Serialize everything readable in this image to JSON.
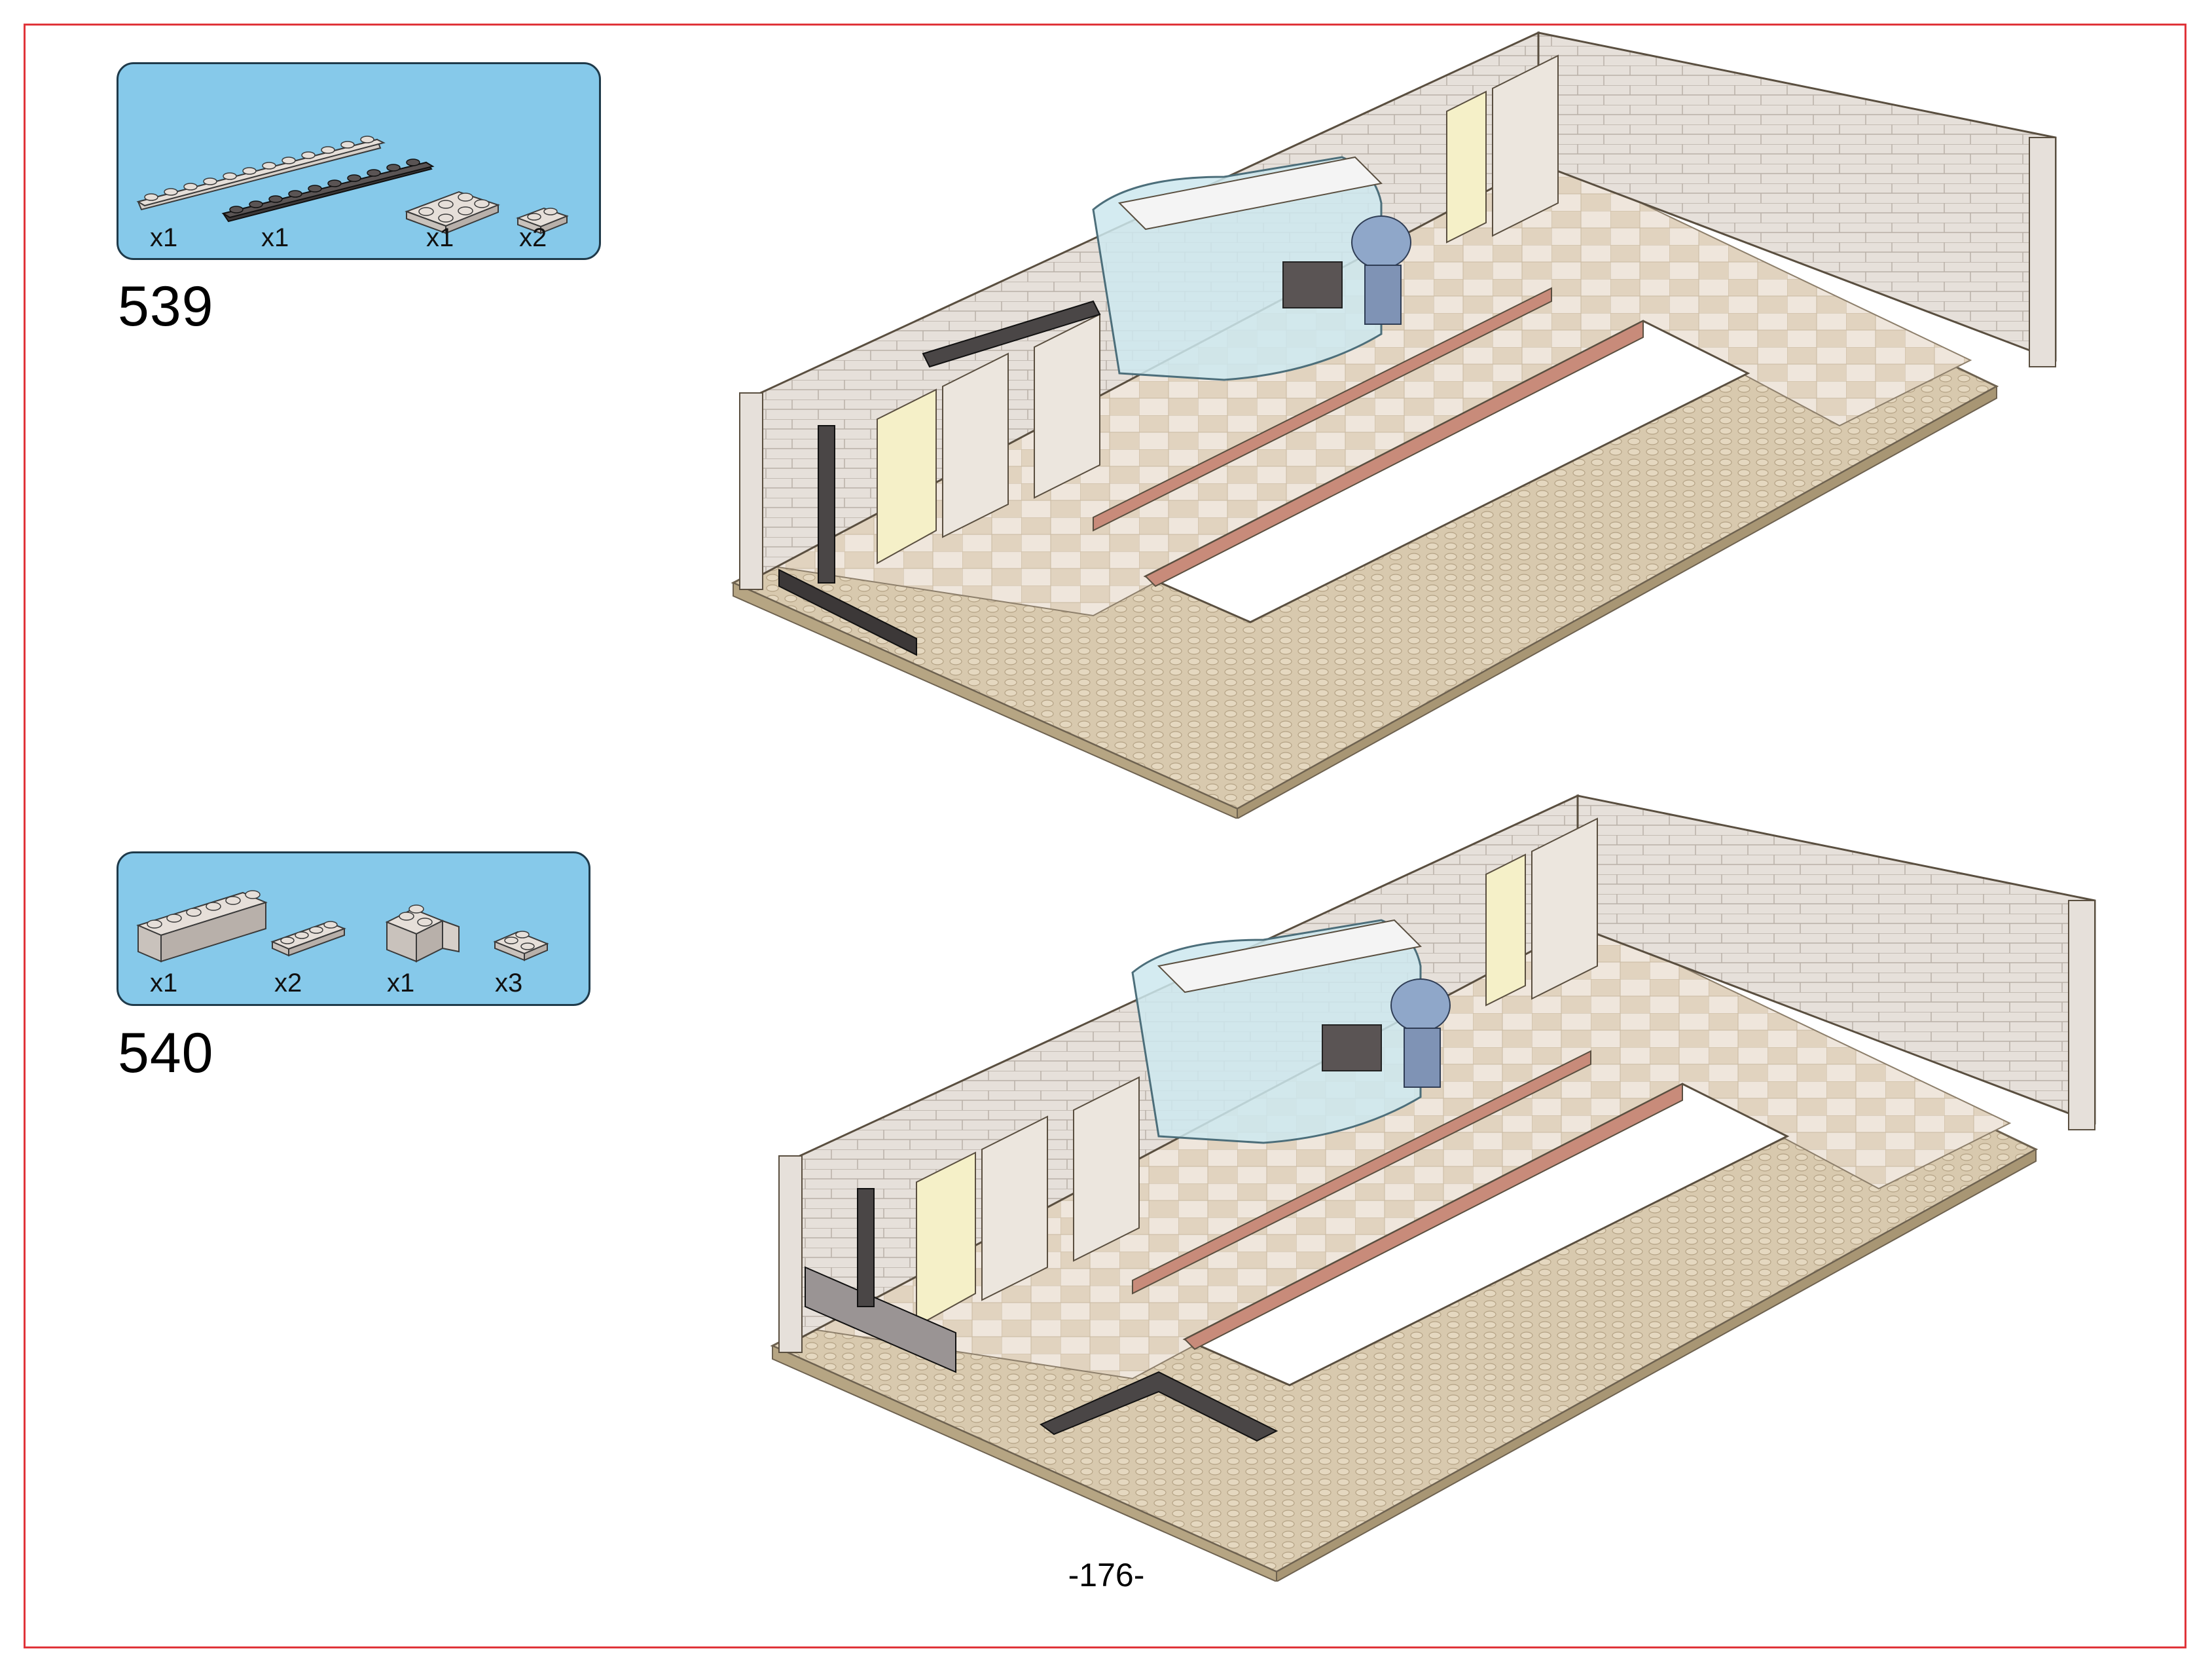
{
  "page": {
    "page_number": "-176-",
    "frame_color": "#e0343a",
    "panel_color": "#86c9ea"
  },
  "steps": [
    {
      "number": "539",
      "parts": [
        {
          "name": "light-bluish-gray-plate-1x12",
          "qty": "x1",
          "color": "#c9c2bc"
        },
        {
          "name": "dark-gray-plate-1x10",
          "qty": "x1",
          "color": "#4a4646"
        },
        {
          "name": "light-bluish-gray-plate-2x3",
          "qty": "x1",
          "color": "#c9c2bc"
        },
        {
          "name": "light-bluish-gray-plate-1x2",
          "qty": "x2",
          "color": "#c9c2bc"
        }
      ]
    },
    {
      "number": "540",
      "parts": [
        {
          "name": "light-bluish-gray-brick-1x6",
          "qty": "x1",
          "color": "#c9c2bc"
        },
        {
          "name": "light-bluish-gray-plate-1x4",
          "qty": "x2",
          "color": "#c9c2bc"
        },
        {
          "name": "light-bluish-gray-corner-brick-2x2",
          "qty": "x1",
          "color": "#c9c2bc"
        },
        {
          "name": "dark-gray-corner-plate-2x2",
          "qty": "x3",
          "color": "#c9c2bc"
        }
      ]
    }
  ],
  "model_colors": {
    "baseplate": "#d8c9ae",
    "stud": "#c2b293",
    "wall": "#e6e0da",
    "wall_shade": "#cdc4bc",
    "floor_tile_light": "#efe6dc",
    "floor_tile_dark": "#e1d3bf",
    "reddish_trim": "#c88b7a",
    "dark_gray": "#4a4646",
    "glass": "#cde7ef",
    "yellow_panel": "#f5f0c8"
  }
}
